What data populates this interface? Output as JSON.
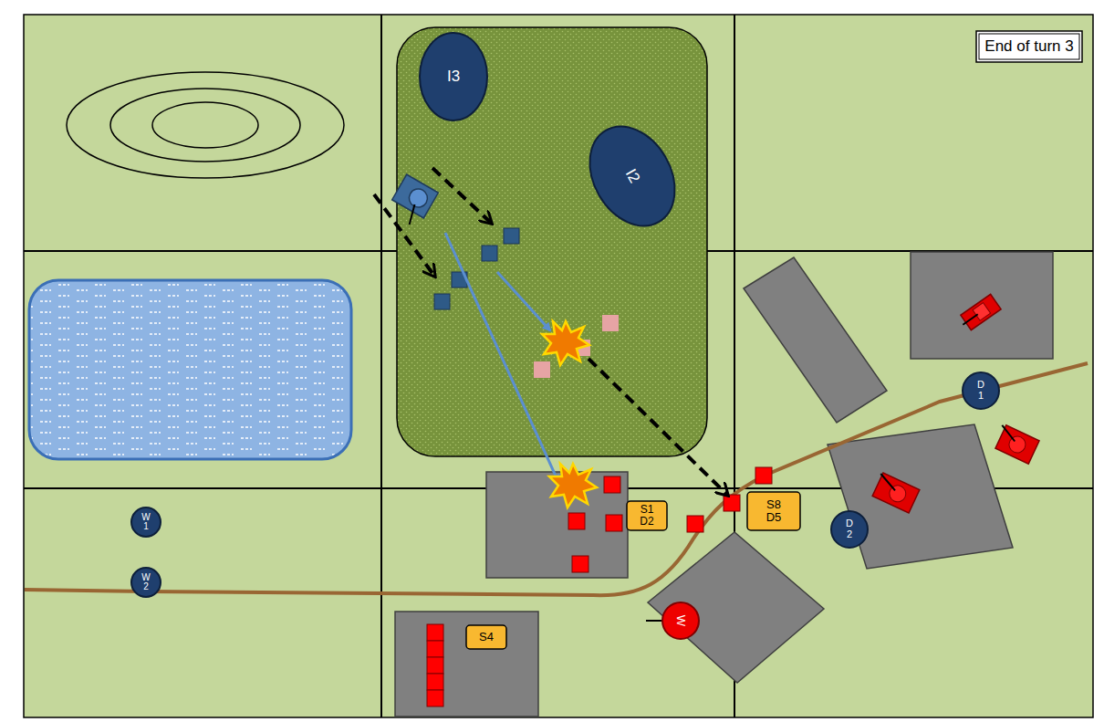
{
  "diagram": {
    "nodes": [
      {
        "text": [
          "End of turn 3"
        ]
      },
      {
        "text": [
          "I3"
        ]
      },
      {
        "text": [
          "I2"
        ]
      },
      {
        "text": [
          "D 1"
        ]
      },
      {
        "text": [
          "W 1"
        ]
      },
      {
        "text": [
          "S1 D2"
        ]
      },
      {
        "text": [
          "S8 D5"
        ]
      },
      {
        "text": [
          "D 2"
        ]
      },
      {
        "text": [
          "W 2"
        ]
      },
      {
        "text": [
          "W"
        ]
      },
      {
        "text": [
          "S4"
        ]
      }
    ]
  }
}
